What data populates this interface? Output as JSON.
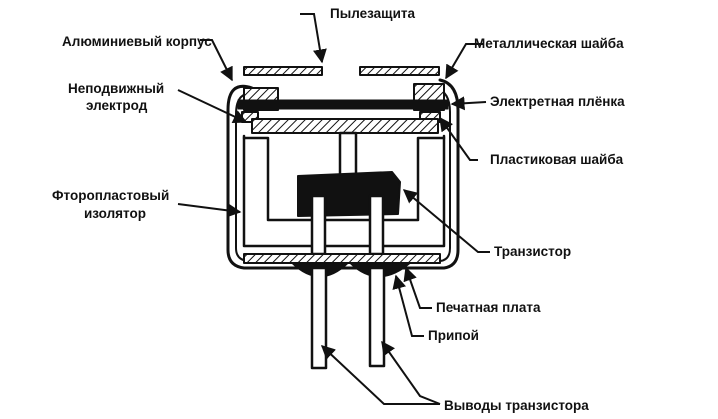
{
  "diagram": {
    "labels": {
      "dust_cover": "Пылезащита",
      "aluminum_case": "Алюминиевый корпус",
      "metal_washer": "Металлическая шайба",
      "fixed_electrode_1": "Неподвижный",
      "fixed_electrode_2": "электрод",
      "electret_film": "Электретная плёнка",
      "plastic_washer": "Пластиковая шайба",
      "ptfe_insulator_1": "Фторопластовый",
      "ptfe_insulator_2": "изолятор",
      "transistor": "Транзистор",
      "pcb": "Печатная плата",
      "solder": "Припой",
      "transistor_leads": "Выводы транзистора"
    },
    "colors": {
      "ink": "#111111",
      "paper": "#ffffff"
    }
  }
}
